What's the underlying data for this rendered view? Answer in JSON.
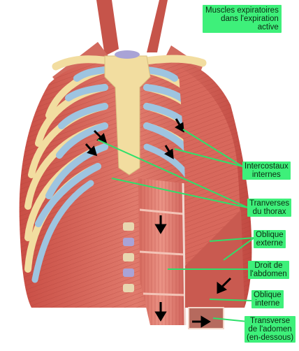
{
  "title": {
    "line1": "Muscles expiratoires",
    "line2": "dans l'expiration",
    "line3": "active"
  },
  "labels": {
    "intercostaux": {
      "line1": "Intercostaux",
      "line2": "internes"
    },
    "transverses_thorax": {
      "line1": "Tranverses",
      "line2": "du thorax"
    },
    "oblique_externe": {
      "line1": "Oblique",
      "line2": "externe"
    },
    "droit_abdomen": {
      "line1": "Droit de",
      "line2": "l'abdomen"
    },
    "oblique_interne": {
      "line1": "Oblique",
      "line2": "interne"
    },
    "transverse_abdomen": {
      "line1": "Transverse",
      "line2": "de l'adomen",
      "line3": "(en-dessous)"
    }
  },
  "colors": {
    "label_bg": "#3ef07a",
    "pointer_line": "#2ee06a",
    "muscle": "#d9655a",
    "muscle_dark": "#b8433c",
    "bone": "#f2dda0",
    "cartilage": "#9ec4e0",
    "arrow": "#000000"
  }
}
